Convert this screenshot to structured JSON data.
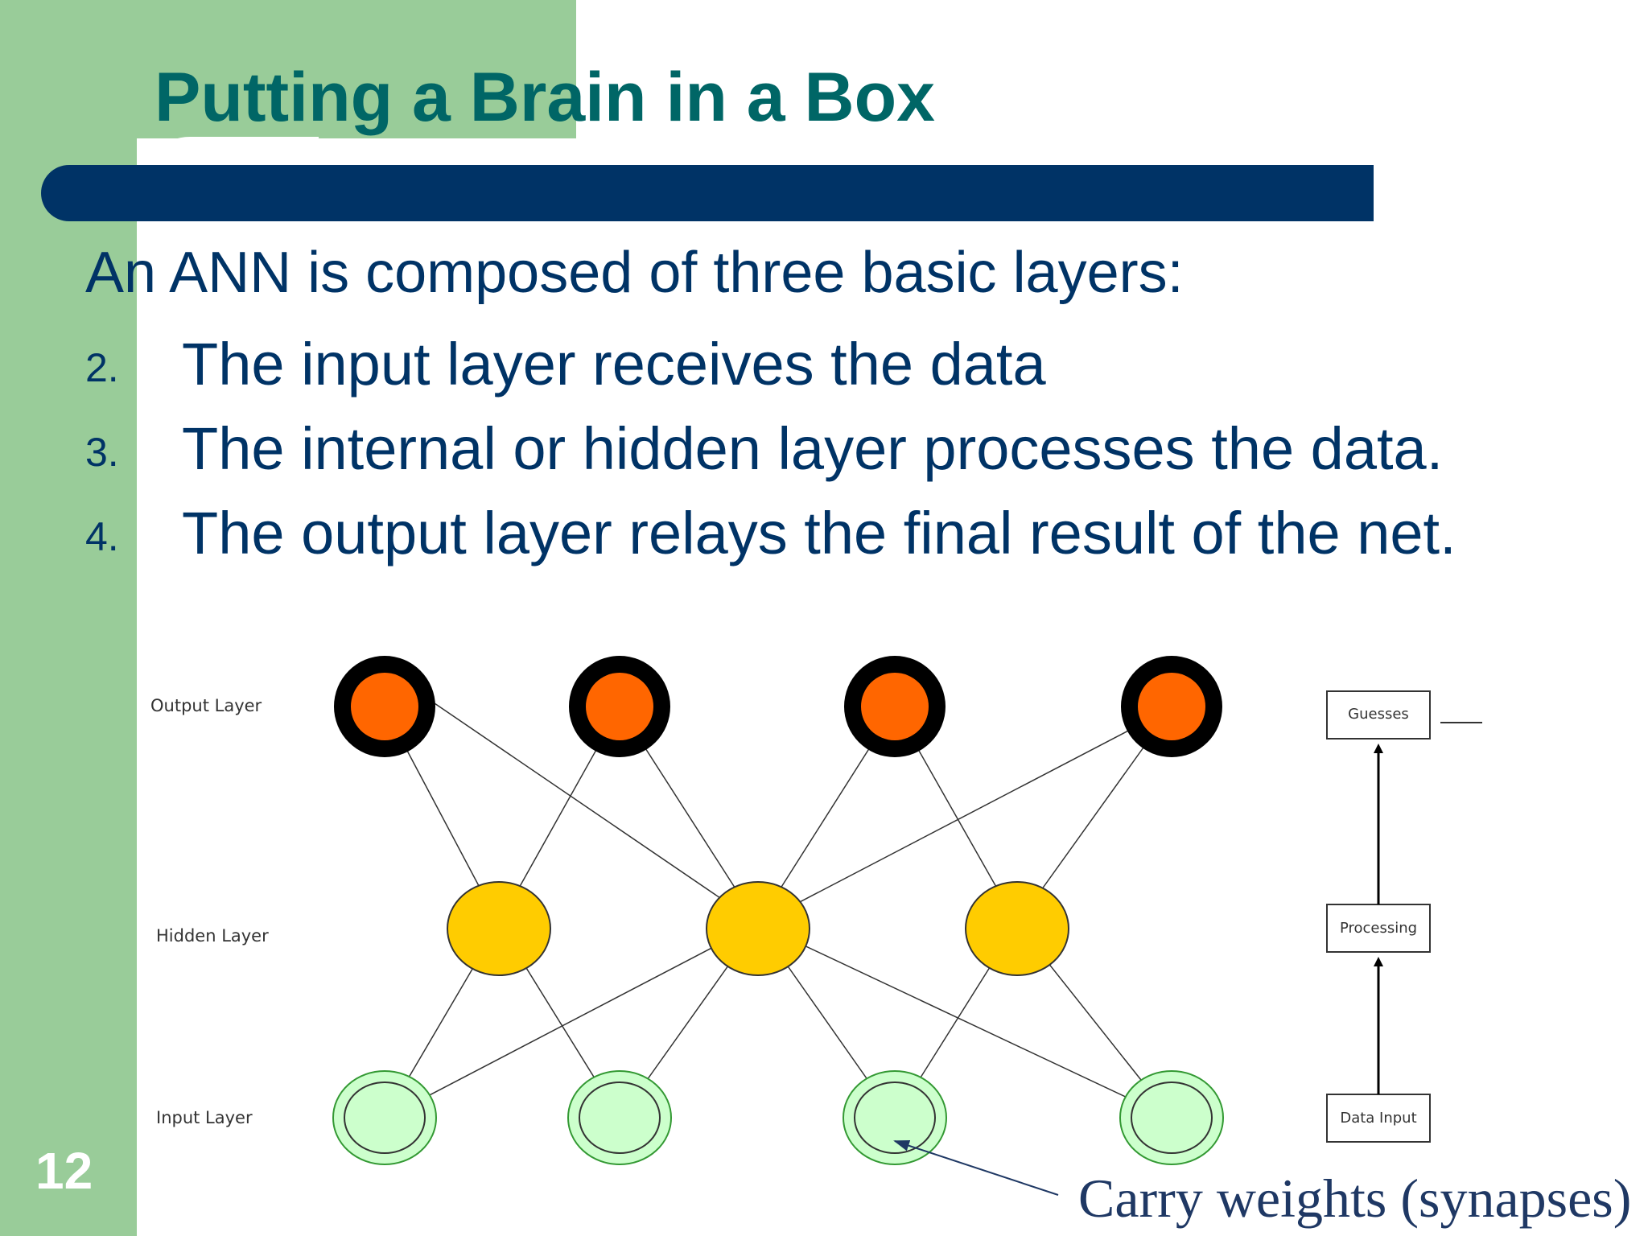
{
  "slide": {
    "title": "Putting a Brain in a Box",
    "page_number": "12",
    "intro": "An ANN is composed of three basic layers:",
    "items": [
      {
        "num": "2.",
        "text": "The input layer receives the data"
      },
      {
        "num": "3.",
        "text": "The internal or hidden layer processes the data."
      },
      {
        "num": "4.",
        "text": "The output layer relays the final result of the net."
      }
    ]
  },
  "diagram": {
    "layer_labels": {
      "output": "Output Layer",
      "hidden": "Hidden Layer",
      "input": "Input Layer"
    },
    "flow_boxes": [
      "Guesses",
      "Processing",
      "Data Input"
    ],
    "caption": "Carry weights (synapses)",
    "node_counts": {
      "output": 4,
      "hidden": 3,
      "input": 4
    },
    "colors": {
      "output_fill": "#ff6600",
      "output_ring": "#000000",
      "hidden_fill": "#ffcc00",
      "input_fill": "#ccffcc",
      "input_ring": "#339933",
      "title": "#006666",
      "text": "#003366",
      "bar": "#003366",
      "sidebar": "#99cc99"
    }
  }
}
